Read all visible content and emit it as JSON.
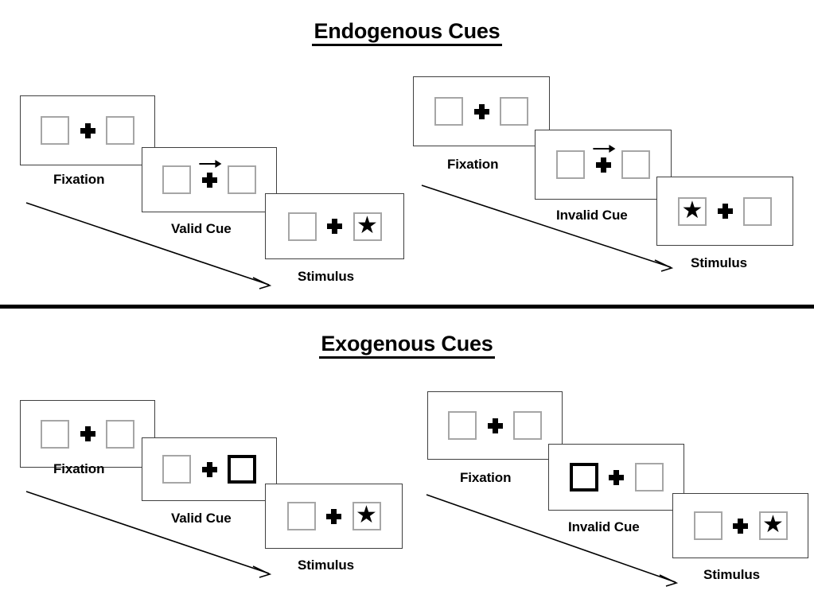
{
  "sections": [
    {
      "title": "Endogenous Cues",
      "sequences": [
        {
          "name": "valid",
          "steps": [
            {
              "label": "Fixation",
              "left_square": "empty",
              "right_square": "empty",
              "cue": "none",
              "stimulus_side": "none"
            },
            {
              "label": "Valid Cue",
              "left_square": "empty",
              "right_square": "empty",
              "cue": "arrow-right",
              "stimulus_side": "none"
            },
            {
              "label": "Stimulus",
              "left_square": "empty",
              "right_square": "star",
              "cue": "none",
              "stimulus_side": "right"
            }
          ]
        },
        {
          "name": "invalid",
          "steps": [
            {
              "label": "Fixation",
              "left_square": "empty",
              "right_square": "empty",
              "cue": "none",
              "stimulus_side": "none"
            },
            {
              "label": "Invalid Cue",
              "left_square": "empty",
              "right_square": "empty",
              "cue": "arrow-right",
              "stimulus_side": "none"
            },
            {
              "label": "Stimulus",
              "left_square": "star",
              "right_square": "empty",
              "cue": "none",
              "stimulus_side": "left"
            }
          ]
        }
      ]
    },
    {
      "title": "Exogenous Cues",
      "sequences": [
        {
          "name": "valid",
          "steps": [
            {
              "label": "Fixation",
              "left_square": "empty",
              "right_square": "empty",
              "cue": "none",
              "stimulus_side": "none"
            },
            {
              "label": "Valid Cue",
              "left_square": "empty",
              "right_square": "cued",
              "cue": "peripheral-right",
              "stimulus_side": "none"
            },
            {
              "label": "Stimulus",
              "left_square": "empty",
              "right_square": "star",
              "cue": "none",
              "stimulus_side": "right"
            }
          ]
        },
        {
          "name": "invalid",
          "steps": [
            {
              "label": "Fixation",
              "left_square": "empty",
              "right_square": "empty",
              "cue": "none",
              "stimulus_side": "none"
            },
            {
              "label": "Invalid Cue",
              "left_square": "cued",
              "right_square": "empty",
              "cue": "peripheral-left",
              "stimulus_side": "none"
            },
            {
              "label": "Stimulus",
              "left_square": "empty",
              "right_square": "star",
              "cue": "none",
              "stimulus_side": "right"
            }
          ]
        }
      ]
    }
  ],
  "glyphs": {
    "star": "★",
    "fixation_cross": "plus-sign",
    "cue_arrow": "arrow-right"
  },
  "colors": {
    "ink": "#000000",
    "panel_border": "#3f3f3f",
    "square_border": "#a6a6a6",
    "cued_square_border": "#000000",
    "background": "#ffffff"
  }
}
